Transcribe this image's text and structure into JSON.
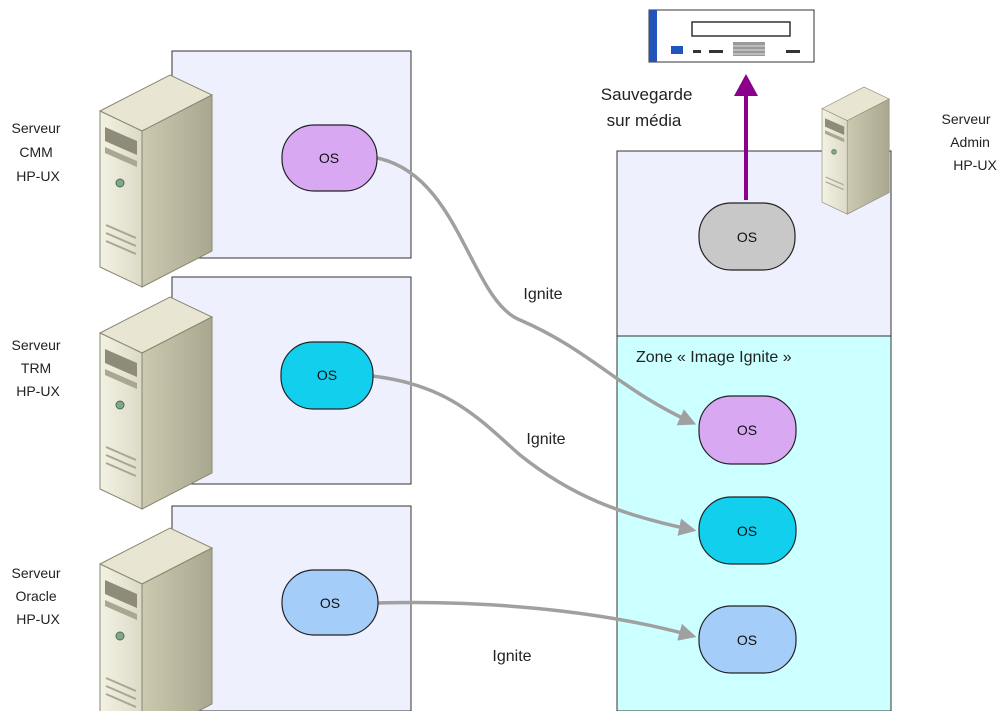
{
  "servers": [
    {
      "id": "cmm",
      "label_lines": [
        "Serveur",
        "CMM",
        "HP-UX"
      ],
      "os_label": "OS",
      "os_color": "#d9a8f2"
    },
    {
      "id": "trm",
      "label_lines": [
        "Serveur",
        "TRM",
        "HP-UX"
      ],
      "os_label": "OS",
      "os_color": "#12cfee"
    },
    {
      "id": "oracle",
      "label_lines": [
        "Serveur",
        "Oracle",
        "HP-UX"
      ],
      "os_label": "OS",
      "os_color": "#a5cdf9"
    }
  ],
  "admin": {
    "label_lines": [
      "Serveur",
      "Admin",
      "HP-UX"
    ],
    "os_label": "OS",
    "os_color": "#c8c8c8",
    "backup_label_lines": [
      "Sauvegarde",
      "sur média"
    ],
    "arrow_color": "#8b008b"
  },
  "zone": {
    "title": "Zone « Image Ignite »",
    "os_items": [
      {
        "label": "OS",
        "color": "#d9a8f2"
      },
      {
        "label": "OS",
        "color": "#12cfee"
      },
      {
        "label": "OS",
        "color": "#a5cdf9"
      }
    ]
  },
  "links": [
    {
      "label": "Ignite"
    },
    {
      "label": "Ignite"
    },
    {
      "label": "Ignite"
    }
  ],
  "colors": {
    "panel_fill": "#eef1fd",
    "zone_fill": "#ccffff",
    "border": "#333333",
    "connector": "#a0a0a0"
  },
  "icons": {
    "server": "tower-server-icon",
    "tape": "tape-drive-icon"
  }
}
